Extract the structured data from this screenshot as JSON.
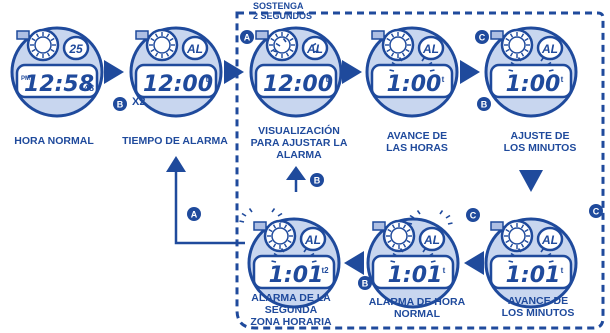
{
  "note": {
    "hold": "SOSTENGA\n2 SEGUNDOS"
  },
  "multiplier": "X2",
  "buttons": {
    "a": "A",
    "b": "B",
    "c": "C"
  },
  "watches": [
    {
      "id": "normal",
      "caption": "HORA NORMAL",
      "display": {
        "time": "12:58",
        "seconds": "48",
        "prefix": "PM",
        "top": "25"
      }
    },
    {
      "id": "alarm-time",
      "caption": "TIEMPO DE ALARMA",
      "display": {
        "time": "12:00",
        "suffix": "t",
        "top": "AL"
      }
    },
    {
      "id": "alarm-view",
      "caption": "VISUALIZACIÓN\nPARA AJUSTAR LA\nALARMA",
      "display": {
        "time": "12:00",
        "suffix": "t",
        "top": "AL"
      }
    },
    {
      "id": "hour-adv",
      "caption": "AVANCE DE\nLAS HORAS",
      "display": {
        "time": "1:00",
        "suffix": "t",
        "top": "AL"
      }
    },
    {
      "id": "minutes-set",
      "caption": "AJUSTE DE\nLOS MINUTOS",
      "display": {
        "time": "1:00",
        "suffix": "t",
        "top": "AL"
      }
    },
    {
      "id": "minutes-adv",
      "caption": "AVANCE DE\nLOS MINUTOS",
      "display": {
        "time": "1:01",
        "suffix": "t",
        "top": "AL"
      }
    },
    {
      "id": "hour-alarm",
      "caption": "ALARMA DE HORA\nNORMAL",
      "display": {
        "time": "1:01",
        "suffix": "t",
        "top": "AL"
      }
    },
    {
      "id": "zone-alarm",
      "caption": "ALARMA DE LA\nSEGUNDA\nZONA HORARIA",
      "display": {
        "time": "1:01",
        "suffix": "t2",
        "top": "AL"
      }
    }
  ],
  "colors": {
    "ink": "#1f4a9c",
    "face": "#c8d6ef",
    "face_dark": "#aebfe3",
    "flash": "#1f4a9c"
  }
}
